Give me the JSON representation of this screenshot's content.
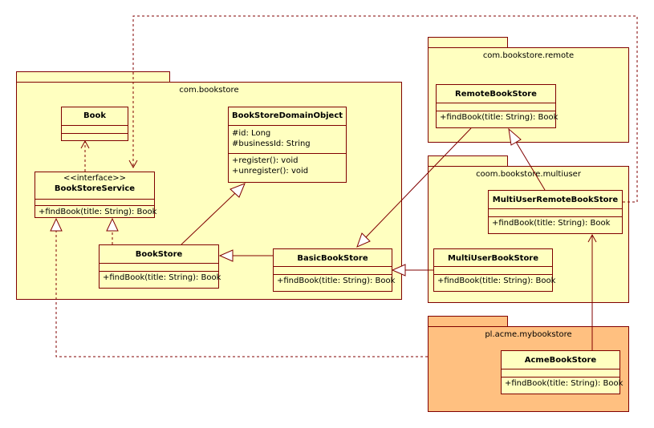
{
  "packages": {
    "bookstore": "com.bookstore",
    "remote": "com.bookstore.remote",
    "multiuser": "coom.bookstore.multiuser",
    "acme": "pl.acme.mybookstore"
  },
  "classes": {
    "book": {
      "name": "Book"
    },
    "bookstore_service": {
      "stereotype": "<<interface>>",
      "name": "BookStoreService",
      "op": "+findBook(title: String): Book"
    },
    "domain_object": {
      "name": "BookStoreDomainObject",
      "attr1": "#id: Long",
      "attr2": "#businessId: String",
      "op1": "+register(): void",
      "op2": "+unregister(): void"
    },
    "bookstore": {
      "name": "BookStore",
      "op": "+findBook(title: String): Book"
    },
    "basic_bookstore": {
      "name": "BasicBookStore",
      "op": "+findBook(title: String): Book"
    },
    "remote_bookstore": {
      "name": "RemoteBookStore",
      "op": "+findBook(title: String): Book"
    },
    "multiuser_remote": {
      "name": "MultiUserRemoteBookStore",
      "op": "+findBook(title: String): Book"
    },
    "multiuser_bookstore": {
      "name": "MultiUserBookStore",
      "op": "+findBook(title: String): Book"
    },
    "acme_bookstore": {
      "name": "AcmeBookStore",
      "op": "+findBook(title: String): Book"
    }
  },
  "colors": {
    "border": "#800000",
    "package_fill": "#ffffc0",
    "acme_fill": "#ffc080"
  }
}
